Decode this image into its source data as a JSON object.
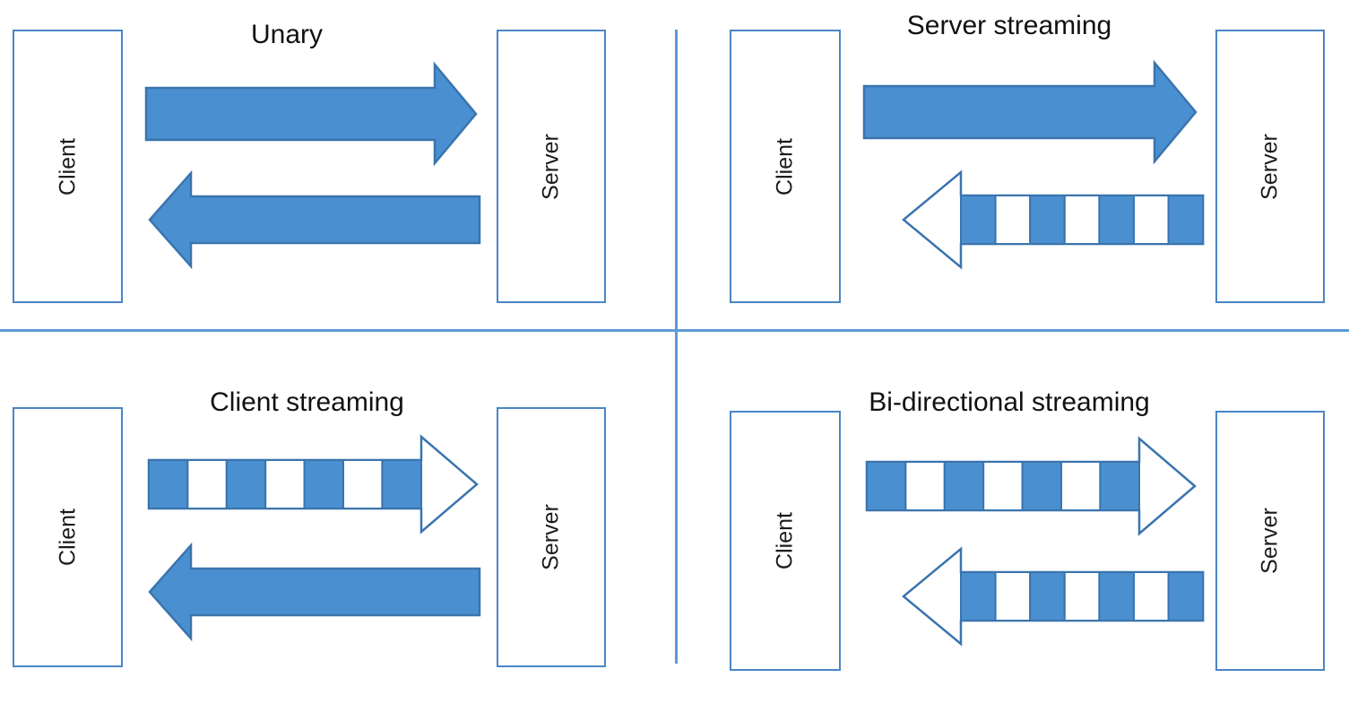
{
  "diagram": {
    "title_semantics": "grpc-communication-patterns",
    "colors": {
      "arrow_fill": "#4a90d0",
      "arrow_stroke": "#3a74ad",
      "box_stroke": "#4a86c5",
      "divider": "#5b9bd5",
      "segment_blue": "#4a90d0",
      "segment_white": "#ffffff",
      "text": "#111111",
      "background": "#ffffff"
    },
    "quadrants": [
      {
        "id": "unary",
        "title": "Unary",
        "left_label": "Client",
        "right_label": "Server",
        "arrows": [
          {
            "direction": "right",
            "style": "solid",
            "segments": 0
          },
          {
            "direction": "left",
            "style": "solid",
            "segments": 0
          }
        ]
      },
      {
        "id": "server-streaming",
        "title": "Server streaming",
        "left_label": "Client",
        "right_label": "Server",
        "arrows": [
          {
            "direction": "right",
            "style": "solid",
            "segments": 0
          },
          {
            "direction": "left",
            "style": "segmented",
            "segments": 7
          }
        ]
      },
      {
        "id": "client-streaming",
        "title": "Client streaming",
        "left_label": "Client",
        "right_label": "Server",
        "arrows": [
          {
            "direction": "right",
            "style": "segmented",
            "segments": 7
          },
          {
            "direction": "left",
            "style": "solid",
            "segments": 0
          }
        ]
      },
      {
        "id": "bidirectional-streaming",
        "title": "Bi-directional streaming",
        "left_label": "Client",
        "right_label": "Server",
        "arrows": [
          {
            "direction": "right",
            "style": "segmented",
            "segments": 7
          },
          {
            "direction": "left",
            "style": "segmented",
            "segments": 7
          }
        ]
      }
    ]
  }
}
